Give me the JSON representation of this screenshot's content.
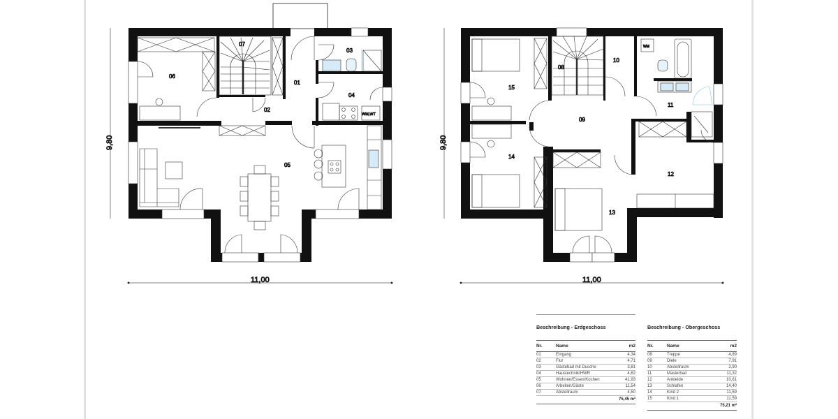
{
  "page": {
    "edge_color": "#e3e3e6",
    "label_color": "#4a9fd8",
    "wall_color": "#111111"
  },
  "ground_floor": {
    "name": "Erdgeschoss",
    "dimensions": {
      "width": "11,00",
      "depth": "9,80"
    },
    "room_labels": [
      "01",
      "02",
      "03",
      "04",
      "05",
      "06",
      "07"
    ],
    "fixture_labels": {
      "laundry": "WM,WT"
    }
  },
  "upper_floor": {
    "name": "Obergeschoss",
    "dimensions": {
      "width": "11,00",
      "depth": "9,80"
    },
    "room_labels": [
      "08",
      "09",
      "10",
      "11",
      "12",
      "13",
      "14",
      "15"
    ],
    "fixture_labels": {
      "washer": "WM"
    }
  },
  "legend_ground": {
    "title": "Beschreibung - Erdgeschoss",
    "headers": {
      "nr": "Nr.",
      "name": "Name",
      "area": "m2"
    },
    "rows": [
      {
        "nr": "01",
        "name": "Eingang",
        "area": "4,34"
      },
      {
        "nr": "02",
        "name": "Flur",
        "area": "4,71"
      },
      {
        "nr": "03",
        "name": "Gästebad mit Dusche",
        "area": "3,81"
      },
      {
        "nr": "04",
        "name": "Haustechnik/HWR",
        "area": "4,62"
      },
      {
        "nr": "05",
        "name": "Wohnen/Essen/Kochen",
        "area": "41,93"
      },
      {
        "nr": "06",
        "name": "Arbeiten/Gäste",
        "area": "11,54"
      },
      {
        "nr": "07",
        "name": "Abstellraum",
        "area": "4,50"
      }
    ],
    "total": "75,45 m²"
  },
  "legend_upper": {
    "title": "Beschreibung - Obergeschoss",
    "headers": {
      "nr": "Nr.",
      "name": "Name",
      "area": "m2"
    },
    "rows": [
      {
        "nr": "08",
        "name": "Treppe",
        "area": "4,89"
      },
      {
        "nr": "09",
        "name": "Diele",
        "area": "7,91"
      },
      {
        "nr": "10",
        "name": "Abstellraum",
        "area": "2,90"
      },
      {
        "nr": "11",
        "name": "Masterbad",
        "area": "11,32"
      },
      {
        "nr": "12",
        "name": "Ankleide",
        "area": "10,61"
      },
      {
        "nr": "13",
        "name": "Schlafen",
        "area": "14,40"
      },
      {
        "nr": "14",
        "name": "Kind 2",
        "area": "11,59"
      },
      {
        "nr": "15",
        "name": "Kind 1",
        "area": "11,59"
      }
    ],
    "total": "75,21 m²"
  }
}
